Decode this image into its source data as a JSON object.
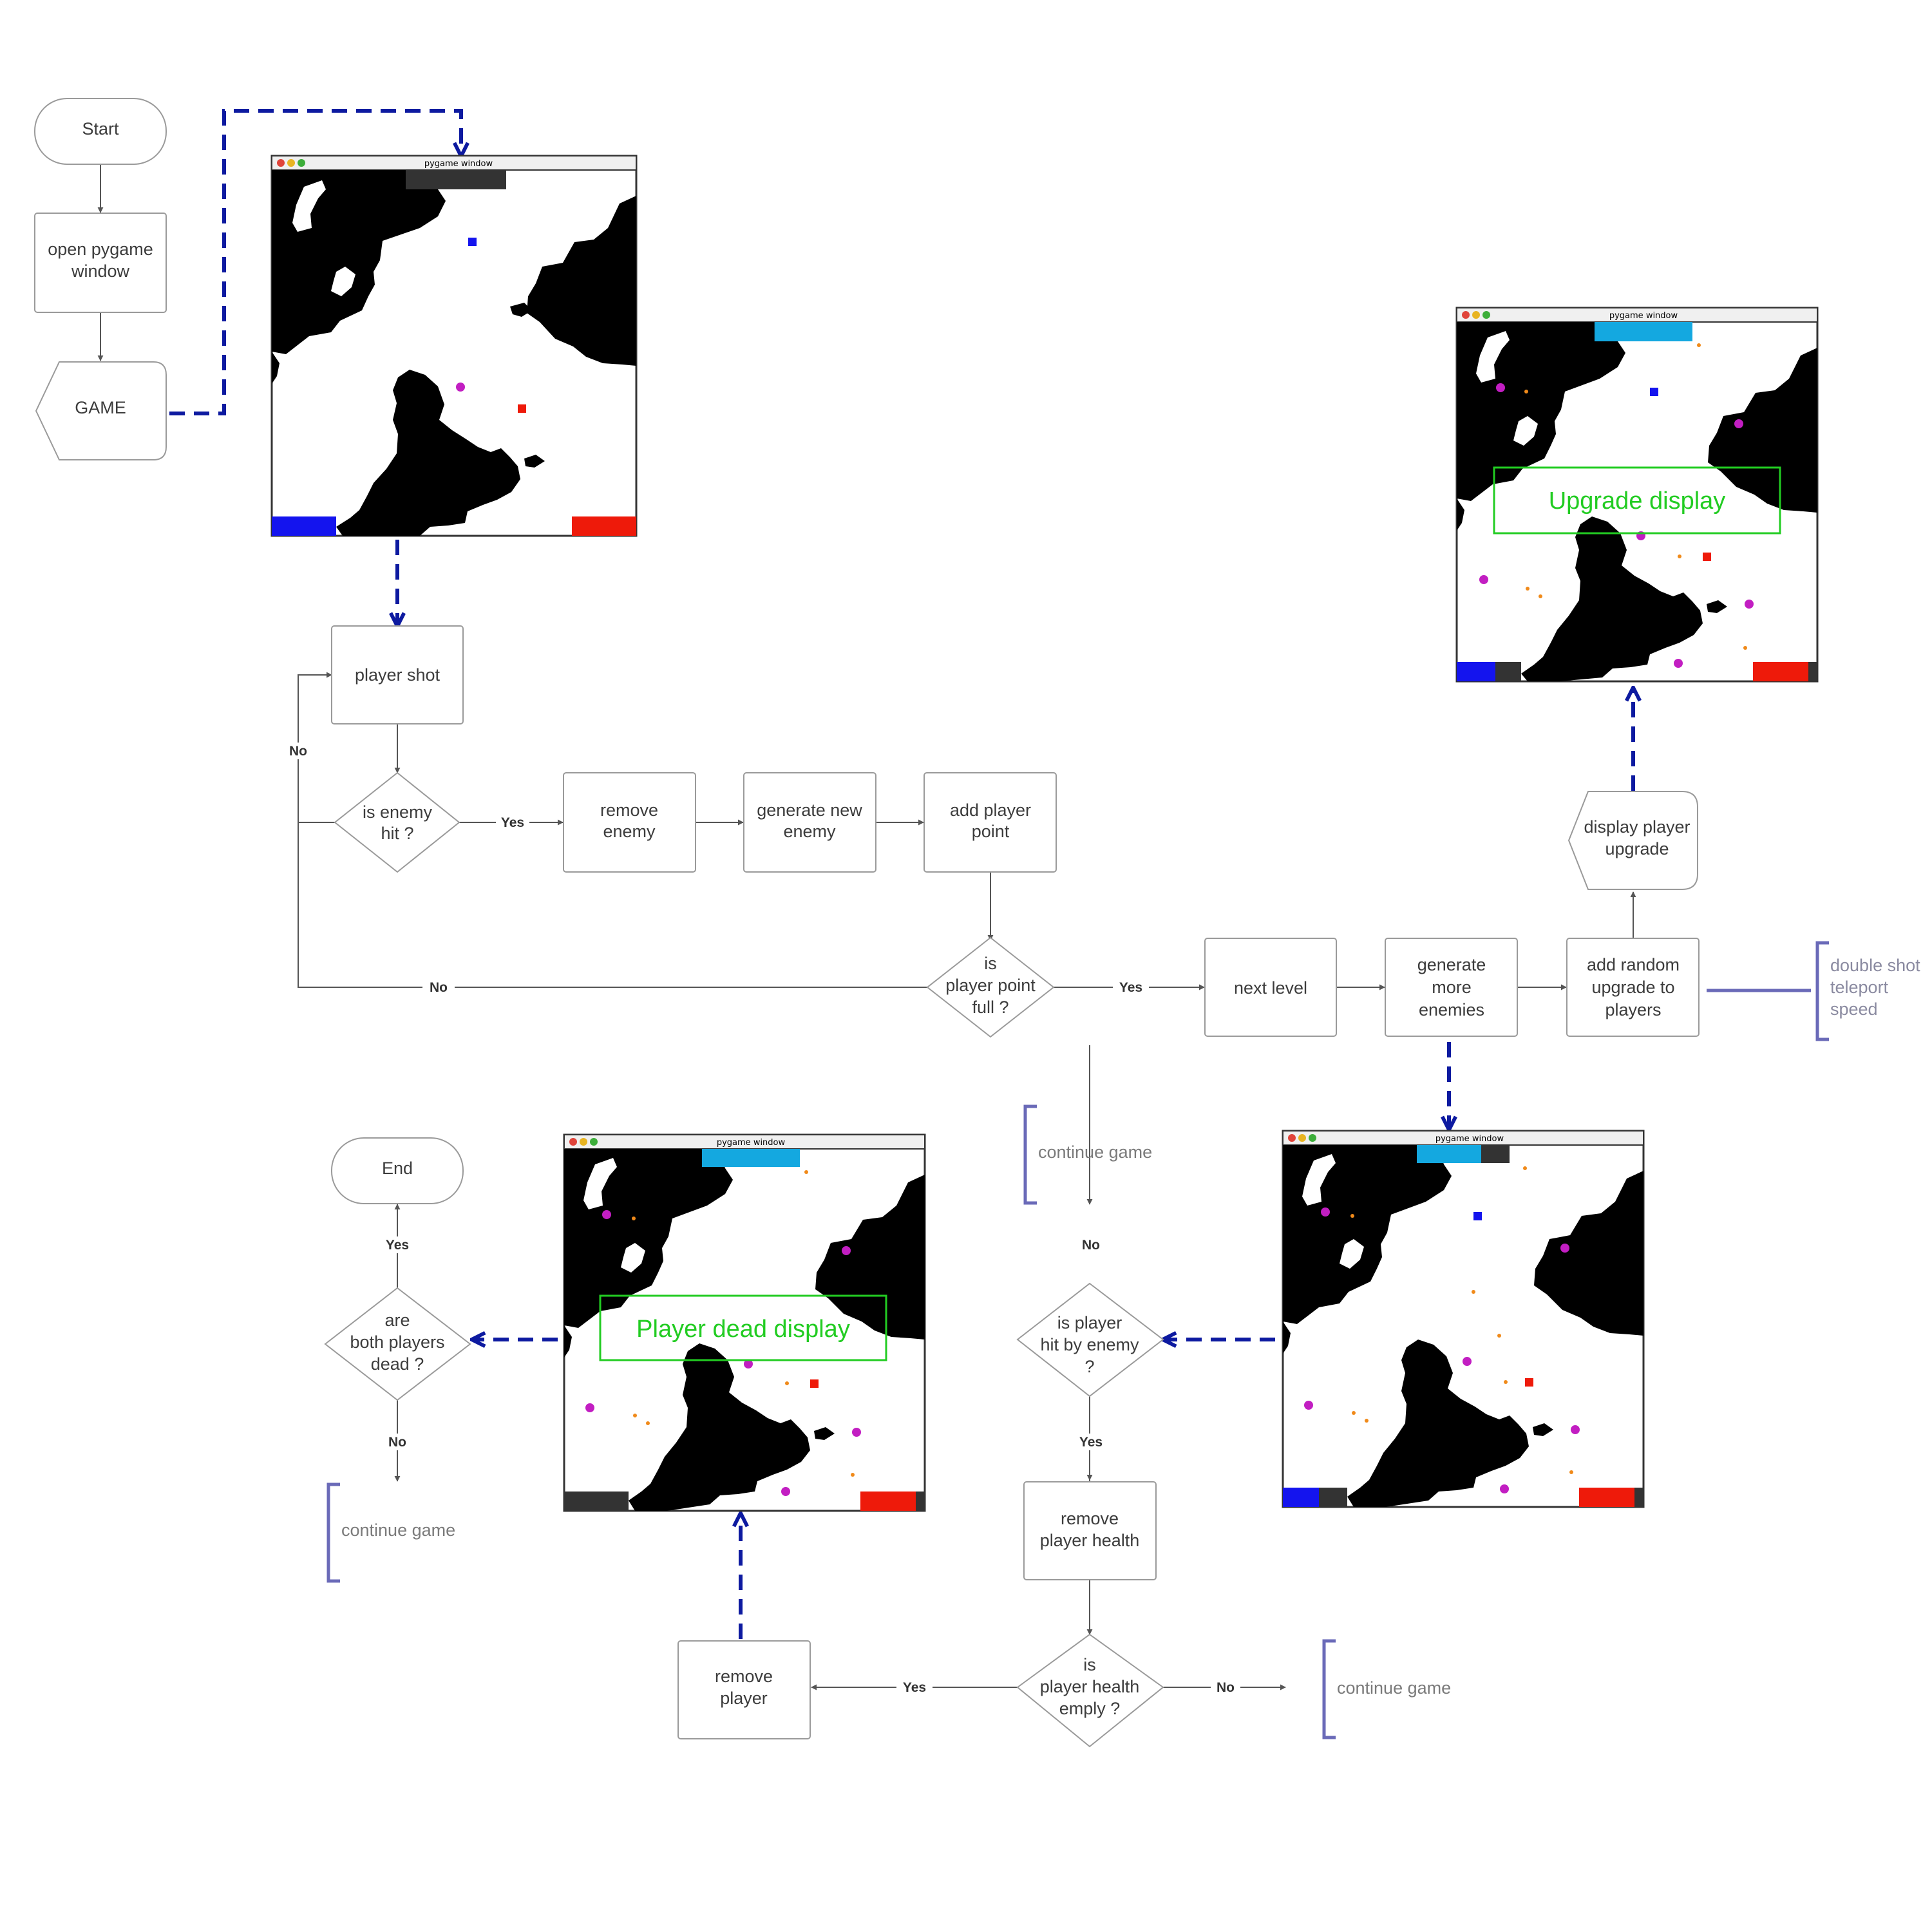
{
  "nodes": {
    "start": "Start",
    "open_window": [
      "open pygame",
      "window"
    ],
    "game": "GAME",
    "player_shot": "player shot",
    "is_enemy_hit": [
      "is enemy",
      "hit ?"
    ],
    "remove_enemy": [
      "remove",
      "enemy"
    ],
    "generate_new_enemy": [
      "generate new",
      "enemy"
    ],
    "add_player_point": [
      "add player",
      "point"
    ],
    "is_point_full": [
      "is",
      "player point",
      "full ?"
    ],
    "next_level": "next level",
    "generate_more": [
      "generate",
      "more",
      "enemies"
    ],
    "add_random_upgrade": [
      "add random",
      "upgrade to",
      "players"
    ],
    "display_upgrade": [
      "display player",
      "upgrade"
    ],
    "is_hit_by_enemy": [
      "is player",
      "hit by enemy",
      "?"
    ],
    "remove_health": [
      "remove",
      "player health"
    ],
    "is_health_empty": [
      "is",
      "player health",
      "emply ?"
    ],
    "remove_player": [
      "remove",
      "player"
    ],
    "both_dead": [
      "are",
      "both players",
      "dead ?"
    ],
    "end": "End"
  },
  "edge_labels": {
    "yes": "Yes",
    "no": "No"
  },
  "notes": {
    "upgrades": [
      "double shot",
      "teleport",
      "speed"
    ],
    "continue_game": "continue game"
  },
  "windows": {
    "title": "pygame window",
    "upgrade_overlay": "Upgrade display",
    "dead_overlay": "Player dead display"
  },
  "colors": {
    "dashed_connector": "#0d1aa0",
    "player_blue": "#1414ee",
    "player_red": "#ee1a0a",
    "enemy_magenta": "#c21ec2",
    "level_bar_cyan": "#14a8e0",
    "overlay_green": "#22cc22",
    "bracket": "#6a6ab8"
  }
}
